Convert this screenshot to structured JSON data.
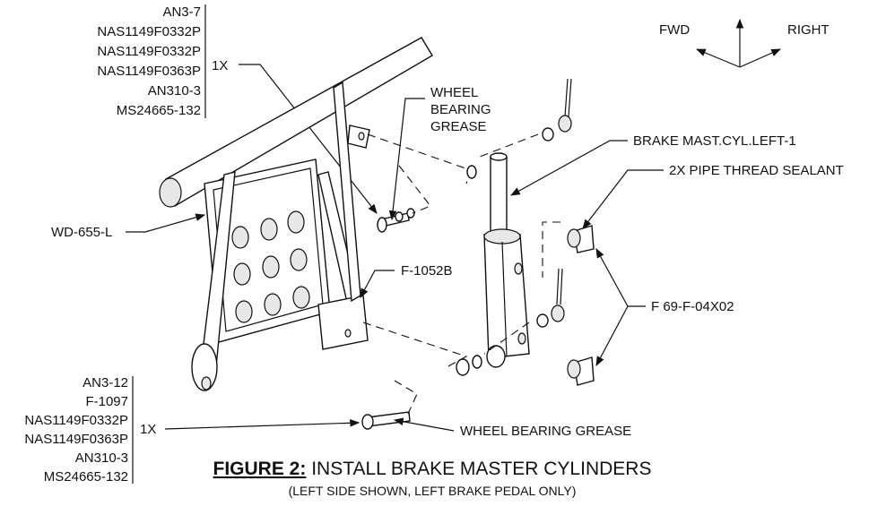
{
  "hardware_top": {
    "items": [
      "AN3-7",
      "NAS1149F0332P",
      "NAS1149F0332P",
      "NAS1149F0363P",
      "AN310-3",
      "MS24665-132"
    ],
    "qty": "1X"
  },
  "hardware_bottom": {
    "items": [
      "AN3-12",
      "F-1097",
      "NAS1149F0332P",
      "NAS1149F0363P",
      "AN310-3",
      "MS24665-132"
    ],
    "qty": "1X"
  },
  "orientation": {
    "fwd": "FWD",
    "right": "RIGHT"
  },
  "callouts": {
    "grease_top": [
      "WHEEL",
      "BEARING",
      "GREASE"
    ],
    "master_cyl": "BRAKE MAST.CYL.LEFT-1",
    "sealant": "2X PIPE THREAD SEALANT",
    "pedal": "WD-655-L",
    "link": "F-1052B",
    "fitting": "F 69-F-04X02",
    "grease_bottom": "WHEEL BEARING GREASE"
  },
  "caption": {
    "prefix": "FIGURE 2:",
    "title": " INSTALL BRAKE MASTER CYLINDERS",
    "subtitle": "(LEFT SIDE SHOWN, LEFT BRAKE PEDAL ONLY)"
  }
}
